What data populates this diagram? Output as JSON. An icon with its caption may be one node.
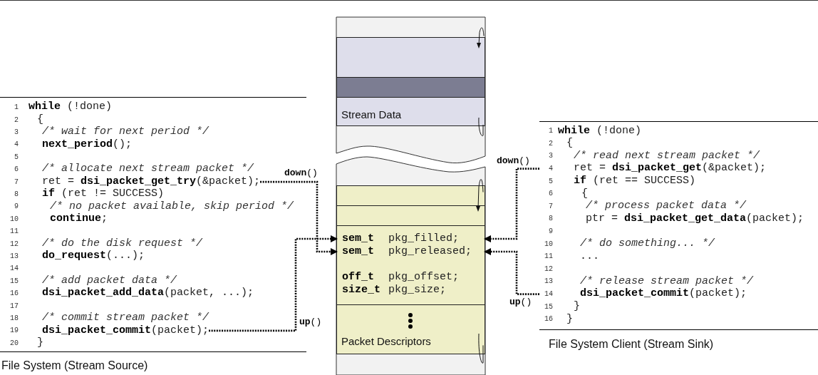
{
  "diagram": {
    "nodes": [
      {
        "text": [
          "File System (Stream Source)"
        ]
      },
      {
        "text": [
          "1",
          "**while** (!done)"
        ],
        "in": 0
      },
      {
        "text": [
          "2",
          "{"
        ],
        "in": 0
      },
      {
        "text": [
          "3",
          "/* wait for next period */"
        ],
        "in": 0
      },
      {
        "text": [
          "4",
          "**next_period**();"
        ],
        "in": 0
      },
      {
        "text": [
          "5"
        ],
        "in": 0
      },
      {
        "text": [
          "6",
          "/* allocate next stream packet */"
        ],
        "in": 0
      },
      {
        "text": [
          "7",
          "ret = **dsi_packet_get_try**(&packet);"
        ],
        "in": 0
      },
      {
        "text": [
          "8",
          "**if** (ret != SUCCESS)"
        ],
        "in": 0
      },
      {
        "text": [
          "9",
          "/* no packet available, skip period */"
        ],
        "in": 0
      },
      {
        "text": [
          "10",
          "**continue**;"
        ],
        "in": 0
      },
      {
        "text": [
          "11"
        ],
        "in": 0
      },
      {
        "text": [
          "12",
          "/* do the disk request */"
        ],
        "in": 0
      },
      {
        "text": [
          "13",
          "**do_request**(...);"
        ],
        "in": 0
      },
      {
        "text": [
          "14"
        ],
        "in": 0
      },
      {
        "text": [
          "15",
          "/* add packet data */"
        ],
        "in": 0
      },
      {
        "text": [
          "16",
          "**dsi_packet_add_data**(packet, ...);"
        ],
        "in": 0
      },
      {
        "text": [
          "17"
        ],
        "in": 0
      },
      {
        "text": [
          "18",
          "/* commit stream packet */"
        ],
        "in": 0
      },
      {
        "text": [
          "19",
          "**dsi_packet_commit**(packet);"
        ],
        "in": 0
      },
      {
        "text": [
          "20",
          "}"
        ],
        "in": 0
      },
      {
        "text": [
          "Stream Data"
        ]
      },
      {
        "text": [
          "Packet Descriptors"
        ]
      },
      {
        "text": [
          "sem_t",
          "pkg_filled;"
        ],
        "in": 22
      },
      {
        "text": [
          "sem_t",
          "pkg_released;"
        ],
        "in": 22
      },
      {
        "text": [
          "off_t",
          "pkg_offset;"
        ],
        "in": 22
      },
      {
        "text": [
          "size_t",
          "pkg_size;"
        ],
        "in": 22
      },
      {
        "text": [
          "File System Client (Stream Sink)"
        ]
      },
      {
        "text": [
          "1",
          "**while** (!done)"
        ],
        "in": 27
      },
      {
        "text": [
          "2",
          "{"
        ],
        "in": 27
      },
      {
        "text": [
          "3",
          "/* read next stream packet */"
        ],
        "in": 27
      },
      {
        "text": [
          "4",
          "ret = **dsi_packet_get**(&packet);"
        ],
        "in": 27
      },
      {
        "text": [
          "5",
          "**if** (ret == SUCCESS)"
        ],
        "in": 27
      },
      {
        "text": [
          "6",
          "{"
        ],
        "in": 27
      },
      {
        "text": [
          "7",
          "/* process packet data */"
        ],
        "in": 27
      },
      {
        "text": [
          "8",
          "ptr = **dsi_packet_get_data**(packet);"
        ],
        "in": 27
      },
      {
        "text": [
          "9"
        ],
        "in": 27
      },
      {
        "text": [
          "10",
          "/* do something... */"
        ],
        "in": 27
      },
      {
        "text": [
          "11",
          "..."
        ],
        "in": 27
      },
      {
        "text": [
          "12"
        ],
        "in": 27
      },
      {
        "text": [
          "13",
          "/* release stream packet */"
        ],
        "in": 27
      },
      {
        "text": [
          "14",
          "**dsi_packet_commit**(packet);"
        ],
        "in": 27
      },
      {
        "text": [
          "15",
          "}"
        ],
        "in": 27
      },
      {
        "text": [
          "16",
          "}"
        ],
        "in": 27
      },
      {
        "text": [],
        "shape": "box",
        "in": 21
      },
      {
        "text": [],
        "shape": "box",
        "in": 22
      },
      {
        "text": [],
        "shape": "box",
        "in": 22
      }
    ],
    "edges": [
      {
        "from": 7,
        "to": 24,
        "arrow": "to",
        "label": "**down**()"
      },
      {
        "from": 19,
        "to": 23,
        "arrow": "to",
        "label": "**up**()"
      },
      {
        "from": 31,
        "to": 23,
        "arrow": "to",
        "label": "**down**()"
      },
      {
        "from": 41,
        "to": 24,
        "arrow": "to",
        "label": "**up**()"
      }
    ]
  }
}
